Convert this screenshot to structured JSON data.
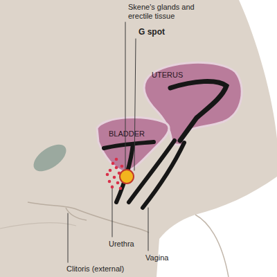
{
  "diagram": {
    "nodes": [
      {
        "text": [
          "UTERUS"
        ]
      },
      {
        "text": [
          "BLADDER"
        ]
      }
    ],
    "labels": [
      "Skene's glands and erectile tissue",
      "G spot",
      "Urethra",
      "Vagina",
      "Clitoris (external)"
    ]
  }
}
